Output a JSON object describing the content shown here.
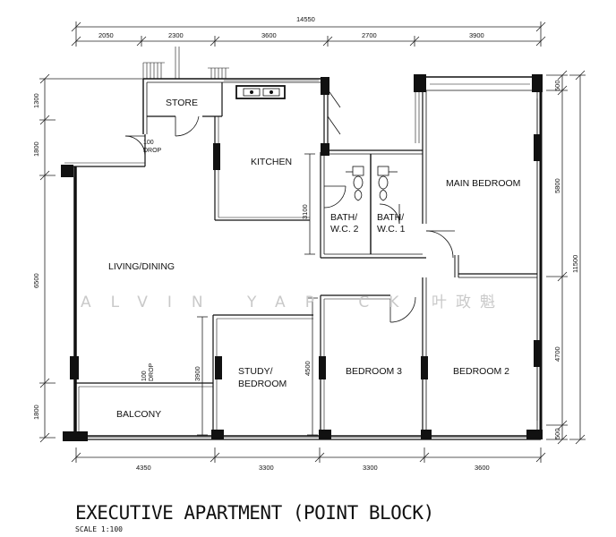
{
  "rooms": {
    "store": "STORE",
    "kitchen": "KITCHEN",
    "main_bedroom": "MAIN BEDROOM",
    "bath1_line1": "BATH/",
    "bath1_line2": "W.C. 1",
    "bath2_line1": "BATH/",
    "bath2_line2": "W.C. 2",
    "living_dining": "LIVING/DINING",
    "study_line1": "STUDY/",
    "study_line2": "BEDROOM",
    "bedroom3": "BEDROOM 3",
    "bedroom2": "BEDROOM 2",
    "balcony": "BALCONY"
  },
  "notes": {
    "drop_top_1": "100",
    "drop_top_2": "DROP",
    "drop_bottom_1": "100",
    "drop_bottom_2": "DROP"
  },
  "dimensions": {
    "overall_top": "14550",
    "top": [
      "2050",
      "2300",
      "3600",
      "2700",
      "3900"
    ],
    "bottom": [
      "4350",
      "3300",
      "3300",
      "3600"
    ],
    "left": [
      "1300",
      "1800",
      "6500",
      "1800"
    ],
    "right_inner": [
      "500",
      "5800",
      "4700",
      "500"
    ],
    "right_overall": "11500",
    "kitchen_depth": "3100",
    "study_depth": "3900",
    "bedroom3_depth": "4500"
  },
  "watermark": {
    "latin": "ALVIN YAP CK",
    "chinese": "叶政魁"
  },
  "title": "EXECUTIVE APARTMENT (POINT BLOCK)",
  "scale": "SCALE 1:100"
}
